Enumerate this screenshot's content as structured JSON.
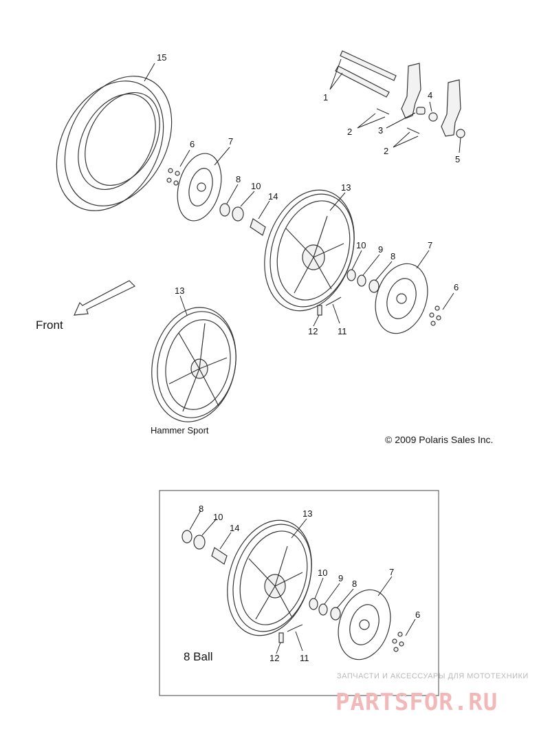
{
  "callouts": {
    "c15": "15",
    "c1": "1",
    "c4": "4",
    "c3": "3",
    "c2a": "2",
    "c2b": "2",
    "c5": "5",
    "c6a": "6",
    "c7a": "7",
    "c8a": "8",
    "c10a": "10",
    "c14a": "14",
    "c13a": "13",
    "c10b": "10",
    "c9a": "9",
    "c8b": "8",
    "c7b": "7",
    "c6b": "6",
    "c12a": "12",
    "c11a": "11",
    "c13b": "13",
    "c8c": "8",
    "c10c": "10",
    "c14b": "14",
    "c13c": "13",
    "c10d": "10",
    "c9b": "9",
    "c8d": "8",
    "c7c": "7",
    "c6c": "6",
    "c12b": "12",
    "c11b": "11"
  },
  "labels": {
    "front": "Front",
    "hammer_sport": "Hammer Sport",
    "copyright": "© 2009 Polaris Sales Inc.",
    "eight_ball": "8 Ball"
  },
  "watermark": {
    "line1": "ЗАПЧАСТИ И АКСЕССУАРЫ ДЛЯ МОТОТЕХНИКИ",
    "line2": "PARTSFOR.RU",
    "color": "#f2b7b7"
  }
}
